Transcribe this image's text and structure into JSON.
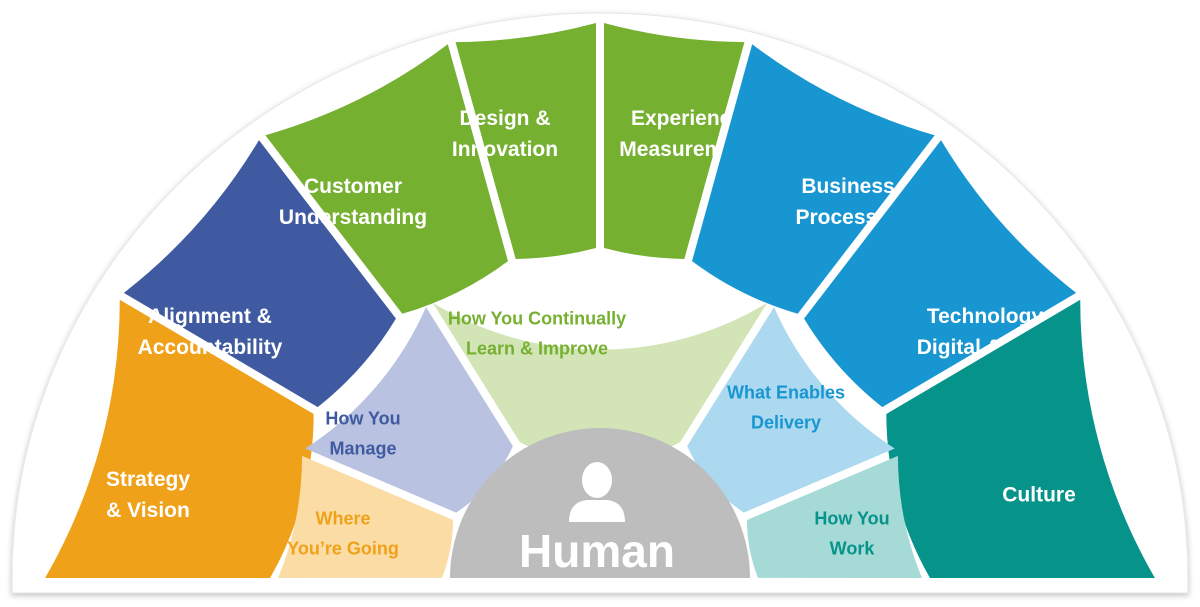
{
  "hub": {
    "label": "Human",
    "icon": "person-icon",
    "color": "#bdbdbd"
  },
  "outer_segments": [
    {
      "id": "strategy-vision",
      "lines": [
        "Strategy",
        "& Vision"
      ],
      "color": "#f0a11a"
    },
    {
      "id": "alignment-accountability",
      "lines": [
        "Alignment &",
        "Accountability"
      ],
      "color": "#3f5aa0"
    },
    {
      "id": "customer-understanding",
      "lines": [
        "Customer",
        "Understanding"
      ],
      "color": "#76b030"
    },
    {
      "id": "design-innovation",
      "lines": [
        "Design &",
        "Innovation"
      ],
      "color": "#76b030"
    },
    {
      "id": "experience-measurement",
      "lines": [
        "Experience",
        "Measurement"
      ],
      "color": "#76b030"
    },
    {
      "id": "business-processes",
      "lines": [
        "Business",
        "Processes"
      ],
      "color": "#1896d1"
    },
    {
      "id": "technology-digital-data",
      "lines": [
        "Technology",
        "Digital & Data"
      ],
      "color": "#1896d1"
    },
    {
      "id": "culture",
      "lines": [
        "Culture"
      ],
      "color": "#06938a"
    }
  ],
  "inner_segments": [
    {
      "id": "where-youre-going",
      "lines": [
        "Where",
        "You’re Going"
      ],
      "color": "#fbdca5",
      "text_color": "#f0a11a"
    },
    {
      "id": "how-you-manage",
      "lines": [
        "How You",
        "Manage"
      ],
      "color": "#b9c2e0",
      "text_color": "#3f5aa0"
    },
    {
      "id": "how-you-continually-learn",
      "lines": [
        "How You Continually",
        "Learn & Improve"
      ],
      "color": "#d3e5b6",
      "text_color": "#76b030"
    },
    {
      "id": "what-enables-delivery",
      "lines": [
        "What Enables",
        "Delivery"
      ],
      "color": "#acd9ef",
      "text_color": "#1896d1"
    },
    {
      "id": "how-you-work",
      "lines": [
        "How You",
        "Work"
      ],
      "color": "#a6dad7",
      "text_color": "#06938a"
    }
  ]
}
